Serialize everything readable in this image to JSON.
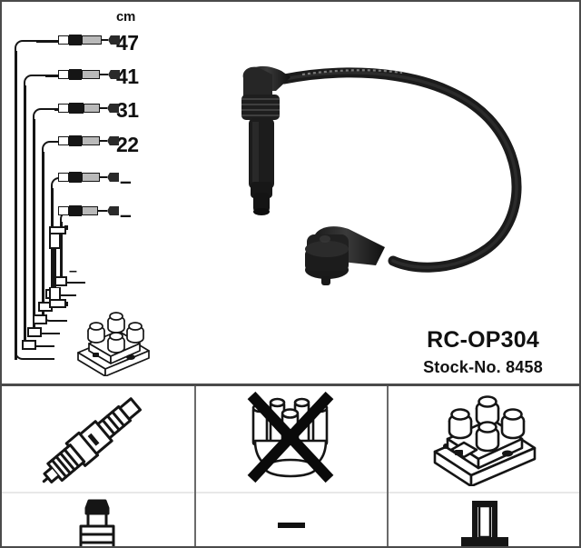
{
  "product": {
    "code": "RC-OP304",
    "stock_label": "Stock-No. 8458"
  },
  "measurements": {
    "unit_header": "cm",
    "rows": [
      {
        "index": 1,
        "length": "47"
      },
      {
        "index": 2,
        "length": "41"
      },
      {
        "index": 3,
        "length": "31"
      },
      {
        "index": 4,
        "length": "22"
      },
      {
        "index": 5,
        "length": "–"
      },
      {
        "index": 6,
        "length": "–"
      }
    ],
    "short_cable_marker": "–"
  },
  "panels": {
    "spark_plug": {
      "top_icon": "spark-plug-icon",
      "bottom_icon": "spark-plug-boot-icon"
    },
    "distributor": {
      "top_icon": "distributor-cap-crossed-out-icon",
      "bottom_marker": "–"
    },
    "coil": {
      "top_icon": "ignition-coil-pack-icon",
      "bottom_icon": "coil-tower-terminal-icon"
    }
  },
  "colors": {
    "ink": "#151515",
    "border": "#4a4a4a",
    "divider": "#6a6a6a",
    "cable": "#2b2b2b"
  }
}
